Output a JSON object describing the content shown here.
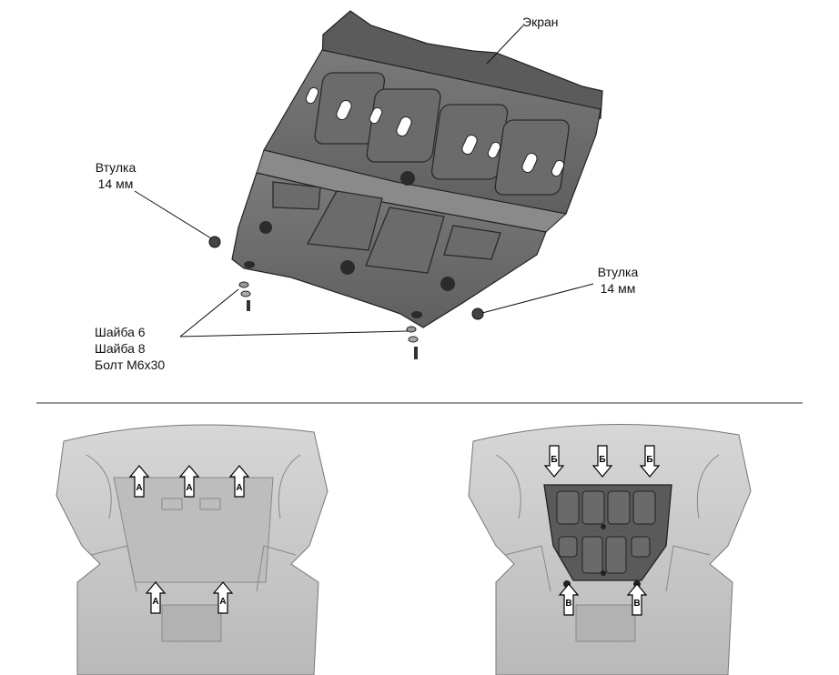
{
  "labels": {
    "screen": "Экран",
    "bushing_left_line1": "Втулка",
    "bushing_left_line2": "14 мм",
    "bushing_right_line1": "Втулка",
    "bushing_right_line2": "14 мм",
    "washer6": "Шайба 6",
    "washer8": "Шайба 8",
    "bolt": "Болт М6х30"
  },
  "markers": {
    "a": "А",
    "b": "Б",
    "v": "В"
  },
  "colors": {
    "plate": "#6f6f6f",
    "plate_dark": "#4f4f4f",
    "vehicle": "#c9c9c9",
    "vehicle_dark": "#9a9a9a",
    "line": "#111111"
  }
}
